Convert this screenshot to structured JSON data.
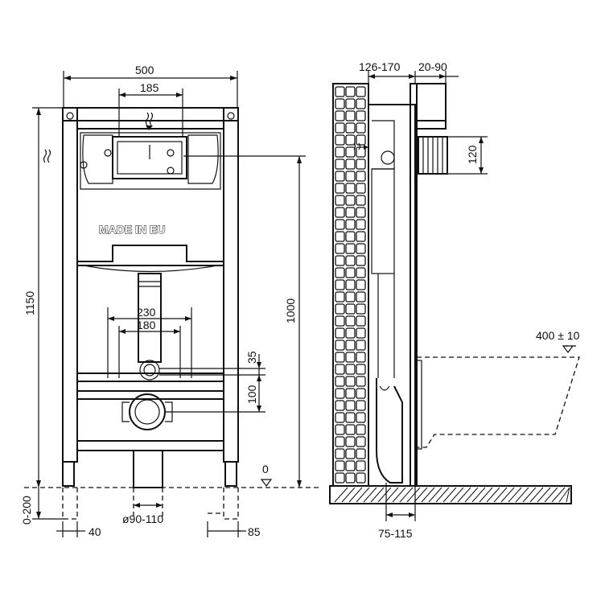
{
  "dimensions": {
    "width_500": "500",
    "flush_185": "185",
    "height_1150": "1150",
    "height_1000": "1000",
    "spacing_230": "230",
    "spacing_180": "180",
    "offset_35": "35",
    "offset_100": "100",
    "zero_level": "0",
    "range_0_200": "0-200",
    "foot_40": "40",
    "pipe_diameter": "ø90-110",
    "foot_85": "85",
    "depth_126_170": "126-170",
    "depth_20_90": "20-90",
    "height_120": "120",
    "bowl_height": "400 ± 10",
    "depth_75_115": "75-115"
  },
  "labels": {
    "made_in": "MADE IN EU"
  }
}
